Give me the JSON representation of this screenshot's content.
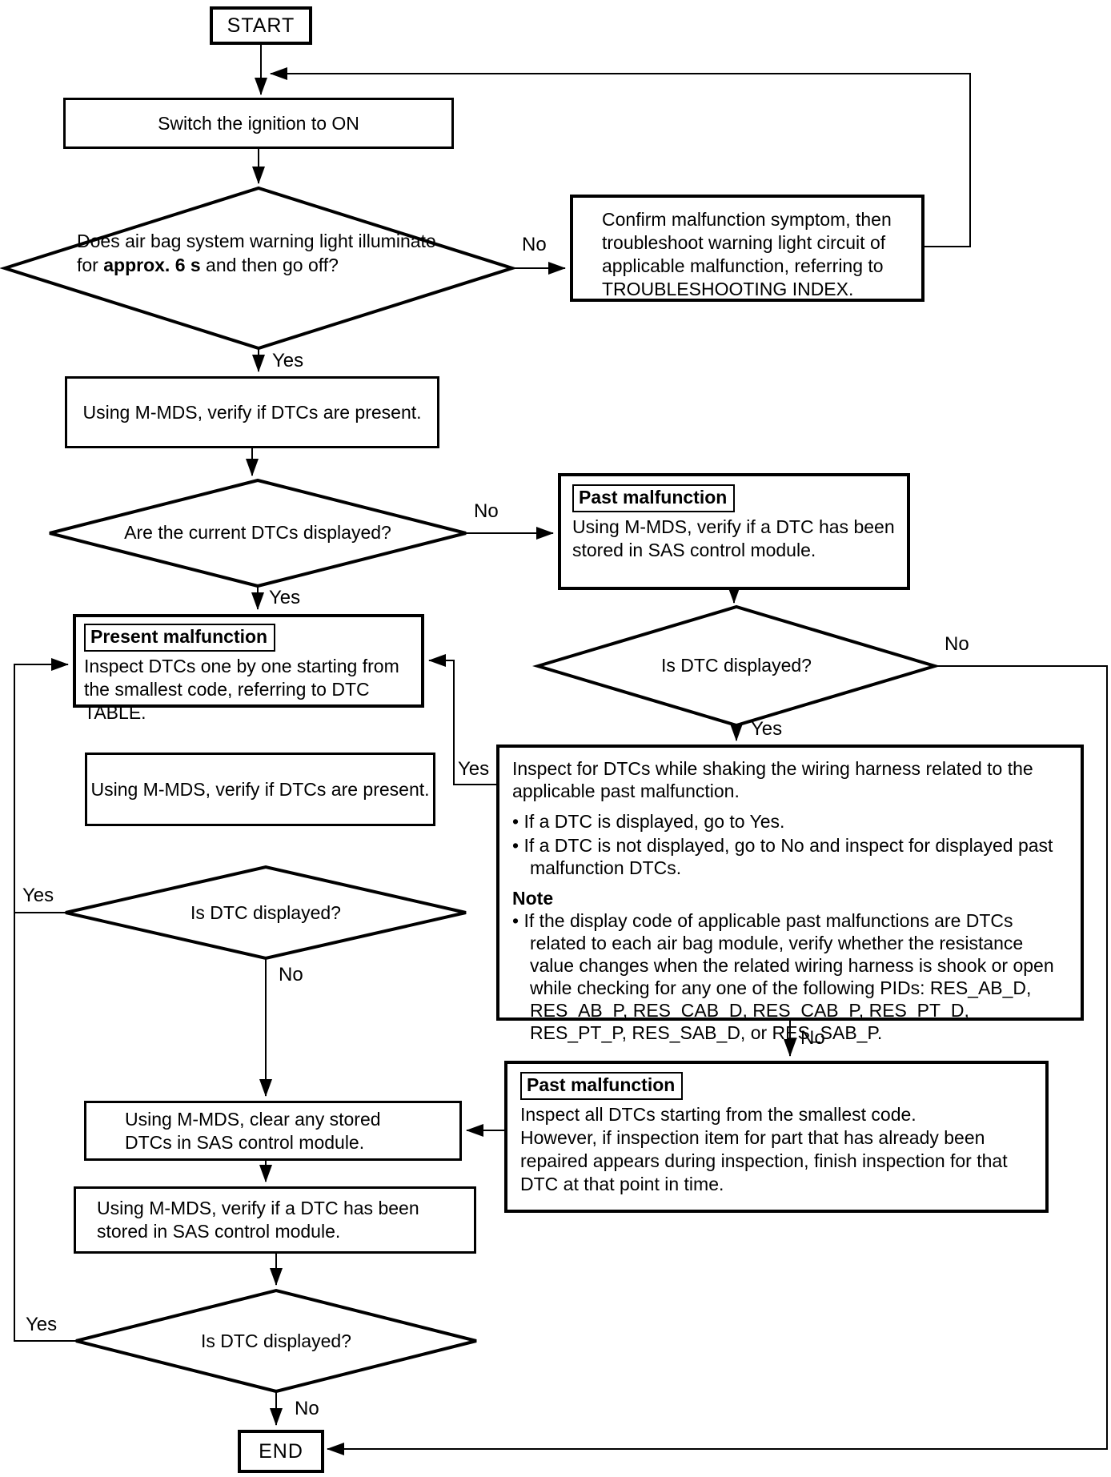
{
  "labels": {
    "yes": "Yes",
    "no": "No"
  },
  "nodes": {
    "start": {
      "label": "START"
    },
    "switch_ignition": {
      "text": "Switch the ignition to ON"
    },
    "warn_light_check": {
      "line1": "Does air bag system warning light illuminate",
      "line2_pre": "for ",
      "line2_bold": "approx. 6 s",
      "line2_post": " and then go off?"
    },
    "confirm_malfunction": {
      "text": "Confirm malfunction symptom, then troubleshoot warning light circuit of applicable malfunction, referring to TROUBLESHOOTING INDEX."
    },
    "verify_dtcs_present_1": {
      "text": "Using M-MDS, verify if DTCs are present."
    },
    "current_dtcs_check": {
      "text": "Are the current DTCs displayed?"
    },
    "past_malfunction_verify": {
      "title": "Past malfunction",
      "text": "Using M-MDS, verify if a DTC has been stored in SAS control module."
    },
    "dtc_displayed_right": {
      "text": "Is DTC displayed?"
    },
    "shake_harness": {
      "intro": "Inspect for DTCs while shaking the wiring harness related to the applicable past malfunction.",
      "bullet1": "• If a DTC is displayed, go to Yes.",
      "bullet2": "• If a DTC is not displayed, go to No and inspect for displayed past malfunction DTCs.",
      "note_title": "Note",
      "note_bullet": "• If the display code of applicable past malfunctions are DTCs related to each air bag module, verify whether the resistance value changes when the related wiring harness is shook or open while checking for any one of the following PIDs: RES_AB_D, RES_AB_P, RES_CAB_D, RES_CAB_P, RES_PT_D, RES_PT_P, RES_SAB_D, or RES_SAB_P."
    },
    "present_malfunction": {
      "title": "Present malfunction",
      "text": "Inspect DTCs one by one starting from the smallest code, referring to DTC TABLE."
    },
    "verify_dtcs_present_2": {
      "text": "Using M-MDS, verify if DTCs are present."
    },
    "dtc_displayed_left": {
      "text": "Is DTC displayed?"
    },
    "past_malfunction_inspect": {
      "title": "Past malfunction",
      "line1": "Inspect all DTCs starting from the smallest code.",
      "rest": "However, if inspection item for part that has already been repaired appears during inspection, finish inspection for that DTC at that point in time."
    },
    "clear_dtcs": {
      "text": "Using M-MDS, clear any stored DTCs in SAS control module."
    },
    "verify_dtc_stored": {
      "text": "Using M-MDS, verify if a DTC has been stored in SAS control module."
    },
    "dtc_displayed_bottom": {
      "text": "Is DTC displayed?"
    },
    "end": {
      "label": "END"
    }
  }
}
